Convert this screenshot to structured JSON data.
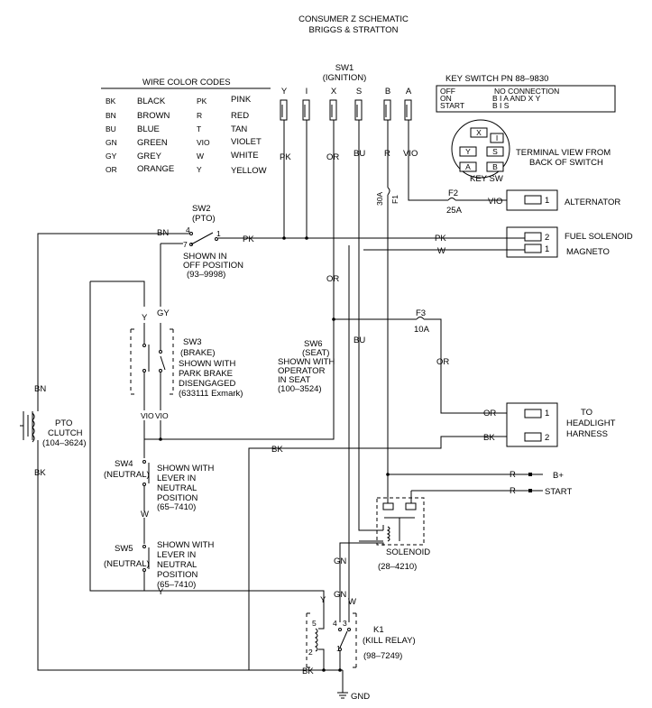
{
  "title": {
    "line1": "CONSUMER Z SCHEMATIC",
    "line2": "BRIGGS & STRATTON"
  },
  "wire_codes": {
    "heading": "WIRE COLOR CODES",
    "left": [
      {
        "code": "BK",
        "name": "BLACK"
      },
      {
        "code": "BN",
        "name": "BROWN"
      },
      {
        "code": "BU",
        "name": "BLUE"
      },
      {
        "code": "GN",
        "name": "GREEN"
      },
      {
        "code": "GY",
        "name": "GREY"
      },
      {
        "code": "OR",
        "name": "ORANGE"
      }
    ],
    "right": [
      {
        "code": "PK",
        "name": "PINK"
      },
      {
        "code": "R",
        "name": "RED"
      },
      {
        "code": "T",
        "name": "TAN"
      },
      {
        "code": "VIO",
        "name": "VIOLET"
      },
      {
        "code": "W",
        "name": "WHITE"
      },
      {
        "code": "Y",
        "name": "YELLOW"
      }
    ]
  },
  "sw1": {
    "name": "SW1",
    "desc": "(IGNITION)",
    "terminals": [
      "Y",
      "I",
      "X",
      "S",
      "B",
      "A"
    ],
    "wires": [
      "PK",
      "OR",
      "BU",
      "R",
      "VIO"
    ]
  },
  "key_switch": {
    "title": "KEY SWITCH PN 88–9830",
    "off": "OFF",
    "on": "ON",
    "start": "START",
    "no_conn": "NO CONNECTION",
    "row_on": "B I A     AND    X Y",
    "row_start": "B I S",
    "terminal_view_1": "TERMINAL VIEW FROM",
    "terminal_view_2": "BACK OF SWITCH",
    "label": "KEY SW",
    "terms": [
      "X",
      "I",
      "Y",
      "S",
      "A",
      "B"
    ]
  },
  "fuses": {
    "f1_rating": "30A",
    "f1_name": "F1",
    "f2_name": "F2",
    "f2_rating": "25A",
    "f3_name": "F3",
    "f3_rating": "10A"
  },
  "connectors": {
    "alternator": {
      "label": "ALTERNATOR",
      "wire": "VIO",
      "pin": "1"
    },
    "fuel": {
      "label": "FUEL SOLENOID",
      "wire": "PK",
      "pin": "2"
    },
    "magneto": {
      "label": "MAGNETO",
      "wire": "W",
      "pin": "1"
    },
    "headlight": {
      "label1": "TO",
      "label2": "HEADLIGHT",
      "label3": "HARNESS",
      "wire1": "OR",
      "pin1": "1",
      "wire2": "BK",
      "pin2": "2"
    }
  },
  "sw2": {
    "name": "SW2",
    "desc": "(PTO)",
    "note1": "SHOWN IN",
    "note2": "OFF POSITION",
    "part": "(93–9998)",
    "pin_a": "4",
    "pin_b": "7",
    "pin_c": "1",
    "wire_in": "BN",
    "wire_out": "PK"
  },
  "sw3": {
    "name": "SW3",
    "desc": "(BRAKE)",
    "note1": "SHOWN WITH",
    "note2": "PARK BRAKE",
    "note3": "DISENGAGED",
    "part": "(633111 Exmark)",
    "wire_y": "Y",
    "wire_gy": "GY",
    "vio": "VIO",
    "vio2": "VIO"
  },
  "sw4": {
    "name": "SW4",
    "desc": "(NEUTRAL)",
    "note1": "SHOWN WITH",
    "note2": "LEVER IN",
    "note3": "NEUTRAL",
    "note4": "POSITION",
    "part": "(65–7410)",
    "wire": "W"
  },
  "sw5": {
    "name": "SW5",
    "desc": "(NEUTRAL)",
    "note1": "SHOWN WITH",
    "note2": "LEVER IN",
    "note3": "NEUTRAL",
    "note4": "POSITION",
    "part": "(65–7410)",
    "wire": "Y"
  },
  "sw6": {
    "name": "SW6",
    "desc": "(SEAT)",
    "note1": "SHOWN WITH",
    "note2": "OPERATOR",
    "note3": "IN SEAT",
    "part": "(100–3524)",
    "wire_or": "OR",
    "wire_or2": "OR"
  },
  "pto_clutch": {
    "name": "PTO",
    "line2": "CLUTCH",
    "part": "(104–3624)",
    "wire_top": "BN",
    "wire_bottom": "BK"
  },
  "solenoid": {
    "name": "SOLENOID",
    "part": "(28–4210)",
    "wire_bplus": "R",
    "bplus": "B+",
    "wire_start": "R",
    "start": "START"
  },
  "relay": {
    "name": "K1",
    "desc": "(KILL RELAY)",
    "part": "(98–7249)",
    "pins": [
      "5",
      "2",
      "4",
      "3",
      "1"
    ],
    "wire_y": "Y",
    "wire_gn": "GN",
    "wire_gn2": "GN",
    "wire_w": "W",
    "wire_bk": "BK"
  },
  "ground": "GND",
  "misc": {
    "bk_mid": "BK",
    "bu_mid": "BU",
    "or_mid": "OR"
  }
}
